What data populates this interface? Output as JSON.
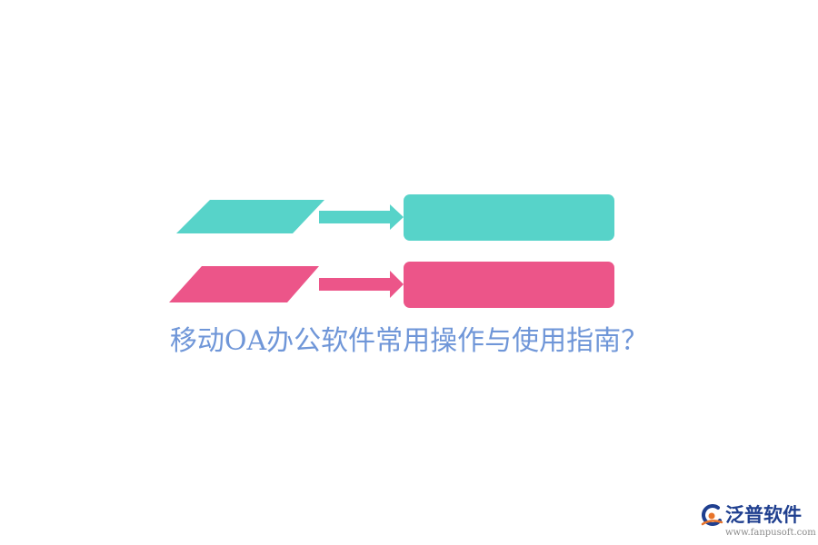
{
  "diagram": {
    "title": "移动OA办公软件常用操作与使用指南？",
    "rows": [
      {
        "color": "#57d3c9"
      },
      {
        "color": "#ec5589"
      }
    ],
    "title_color": "#6f96d8"
  },
  "logo": {
    "name": "泛普软件",
    "url": "www.fanpusoft.com",
    "name_color": "#1f3f8f",
    "url_color": "#8a8a8a",
    "accent_color": "#e8742a",
    "mark_color": "#1f3f8f"
  }
}
